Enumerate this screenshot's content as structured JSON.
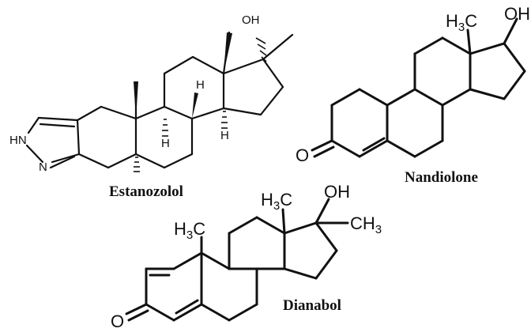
{
  "molecules": [
    {
      "name": "Estanozolol",
      "atoms": {
        "oh": "OH",
        "hn": "HN",
        "n": "N",
        "h1": "H",
        "h2": "H",
        "h3": "H"
      }
    },
    {
      "name": "Nandiolone",
      "atoms": {
        "methyl_h": "H",
        "methyl_sub": "3",
        "methyl_c": "C",
        "oh": "OH",
        "o": "O"
      }
    },
    {
      "name": "Dianabol",
      "atoms": {
        "methyl1_h": "H",
        "methyl1_sub": "3",
        "methyl1_c": "C",
        "methyl2_h": "H",
        "methyl2_sub": "3",
        "methyl2_c": "C",
        "oh": "OH",
        "ch3_c": "CH",
        "ch3_sub": "3",
        "o": "O"
      }
    }
  ]
}
